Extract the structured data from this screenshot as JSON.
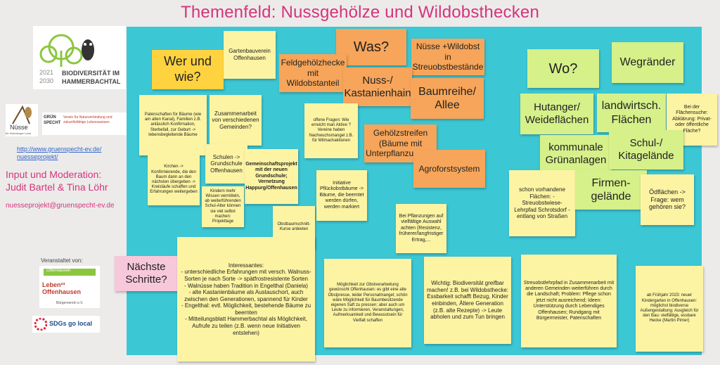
{
  "title": "Themenfeld: Nussgehölze und Wildobsthecken",
  "logo": {
    "years_top": "2021",
    "years_bottom": "2030",
    "name_line1": "BIODIVERSITÄT IM",
    "name_line2": "HAMMERBACHTAL",
    "nuesse": "Nüsse",
    "nuesse_sub": "für Nürnberger Land",
    "gruenspecht": "GRÜN SPECHT",
    "gruenspecht_desc": "Verein für Naturverbindung und zukunftsfähige Lebensweisen"
  },
  "links": {
    "url1": "http://www.gruenspecht-ev.de/",
    "url2": "nuesseprojekt/"
  },
  "moderation": {
    "line1": "Input und Moderation:",
    "line2": "Judit Bartel & Tina Löhr",
    "email": "nuesseprojekt@gruenspecht-ev.de"
  },
  "organizer": {
    "label": "Veranstaltet von:",
    "logo1_top": "Offenhausen",
    "logo1_main": "Leben²³ Offenhausen",
    "logo1_sub": "Bürgerverein e.V.",
    "logo2": "SDGs go local"
  },
  "notes": {
    "wer": "Wer und wie?",
    "gartenbau": "Gartenbauverein Offenhausen",
    "was": "Was?",
    "feldgehoelz": "Feldgehölzhecke mit Wildobstanteil",
    "nuesse_wildobst": "Nüsse +Wildobst in Streuobstbestände",
    "nuss_kastanien": "Nuss-/ Kastanienhain",
    "baumreihe": "Baumreihe/ Allee",
    "wo": "Wo?",
    "wegraender": "Wegränder",
    "hutanger": "Hutanger/ Weideflächen",
    "landwirtsch": "landwirtsch. Flächen",
    "flaechensuche": "Bei der Flächensuche: Abklärung: Privat- oder öffentliche Fläche?",
    "kommunale": "kommunale Grünanlagen",
    "schul": "Schul-/ Kitagelände",
    "firmen": "Firmen-gelände",
    "oedflaechen": "Ödflächen -> Frage: wem gehören sie?",
    "patenschaften": "Patenschaften für Bäume (wie am alten Kanal), Familien z.B. anlässlich Konfirmation, Sterbefall, zur Geburt -> lebensbegleitende Bäume",
    "zusammenarbeit": "Zusammenarbeit von verschiedenen Gemeinden?",
    "offene_fragen": "offene Fragen: Wie erreicht man Aktive ? Vereine haben Nachwuchsmangel z.B. für Mitmachaktionen",
    "gehoelzstreifen": "Gehölzstreifen (Bäume mit Unterpflanzungen)",
    "agroforst": "Agroforstsystem",
    "schulen": "Schulen -> Grundschule Offenhausen",
    "kirchen": "Kirchen -> Konfirmierende, die den Baum dann an den nächsten übergeben -> Kreisläufe schaffen und Erfahrungen weitergeben",
    "gemeinschaft": "Gemeinschaftsprojekt mit der neuen Grundschule; Vernetzung Happurg/Offenhausen",
    "initiative": "Initiative Pflückobstbäume -> Bäume, die beerntet werden dürfen, werden markiert",
    "schon_vorhanden": "schon vorhandene Flächen: - Streuobstwiese-Lehrpfad Schrotsdorf - entlang von Straßen",
    "kinder": "Kindern mehr Wissen vermitteln, ab weiterführenden Schul-Alter können sie viel selbst machen: Projekttage",
    "obstbaumschnitt": "Obstbaumschnitt-Kurse anbieten",
    "pflanzungen": "Bei Pflanzungen auf vielfältige Auswahl achten (Resistenz, früherer/langfristiger Ertrag,...",
    "naechste": "Nächste Schritte?",
    "interessantes": "Interessantes:\n- unterschiedliche Erfahrungen mit versch. Walnuss-Sorten je nach Sorte -> spätfrostresistente Sorten\n- Walnüsse haben Tradition in Engelthal (Daniela)\n- alte Kastanienbäume als Austauschort, auch zwischen den Generationen, spannend für Kinder\n- Engelthal: evtl. Möglichkeit, bestehende Bäume zu beernten\n- Mitteilungsblatt Hammerbachtal als Möglichkeit, Aufrufe zu teilen (z.B. wenn neue Initiativen entstehen)",
    "obstverarbeitung": "Möglichkeit zur Obstverarbeitung gewünscht Offenhausen: es gibt eine alte Obstpresse, leider Personalmangel; schön wäre Möglichkeit für Baumbesitzende eigenen Saft zu pressen; aber auch um Leute zu informieren, Veranstaltungen, Aufmerksamkeit und Bewusstsein für Vielfalt schaffen",
    "wichtig": "Wichtig: Biodiversität greifbar machen! z.B. bei Wildobsthecke: Essbarkeit schafft Bezug, Kinder einbinden, Ältere Generation (z.B. alte Rezepte) -> Leute abholen und zum Tun bringen",
    "streuobstlehrpfad": "Streuobstlehrpfad in Zusammenarbeit mit anderen Gemeinden weiterführen durch die Landschaft; Problem: Pflege schon jetzt nicht ausreichend; Ideen: Unterstützung durch Lebendiges Offenhausen; Rundgang mit Bürgermeister, Patenschaften",
    "kindergarten": "ab Frühjahr 2023: neuer Kindergarten in Offenhausen: möglichst biodiverse Außengestaltung; Ausgleich für den Bau: vielfältige, essbare Hecke (Martin Pirner)"
  },
  "colors": {
    "title": "#d6337c",
    "board": "#3cc7d4",
    "yellow_note": "#fcf4a3",
    "orange_note": "#f6a55a",
    "green_note": "#d6f08a",
    "pink_note": "#f7c8da"
  }
}
